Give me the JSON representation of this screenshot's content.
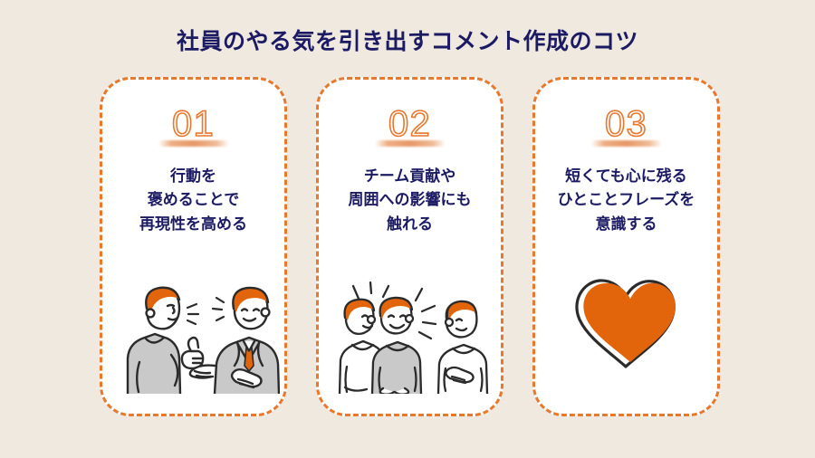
{
  "page": {
    "background_color": "#efe9e0",
    "title": "社員のやる気を引き出すコメント作成のコツ",
    "title_color": "#1b1a63",
    "accent_color": "#e8782e",
    "illustration_orange": "#e2650c",
    "line_color": "#2b2b2b",
    "clothing_gray": "#c9c9c9",
    "card_background": "#ffffff"
  },
  "cards": [
    {
      "number": "01",
      "text": "行動を\n褒めることで\n再現性を高める",
      "illustration": "two-people-praising-illustration"
    },
    {
      "number": "02",
      "text": "チーム貢献や\n周囲への影響にも\n触れる",
      "illustration": "three-people-team-illustration"
    },
    {
      "number": "03",
      "text": "短くても心に残る\nひとことフレーズを\n意識する",
      "illustration": "heart-illustration"
    }
  ]
}
